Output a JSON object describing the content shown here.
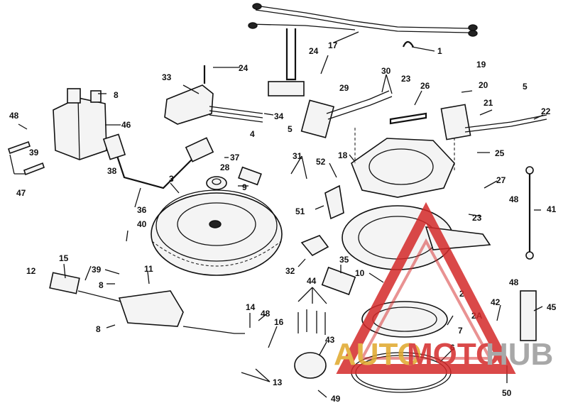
{
  "parts": [
    {
      "id": "p1",
      "label": "1"
    },
    {
      "id": "p2",
      "label": "2"
    },
    {
      "id": "p2a",
      "label": "2A"
    },
    {
      "id": "p3",
      "label": "3"
    },
    {
      "id": "p4",
      "label": "4"
    },
    {
      "id": "p5a",
      "label": "5"
    },
    {
      "id": "p5b",
      "label": "5"
    },
    {
      "id": "p6",
      "label": "6"
    },
    {
      "id": "p7",
      "label": "7"
    },
    {
      "id": "p8a",
      "label": "8"
    },
    {
      "id": "p8b",
      "label": "8"
    },
    {
      "id": "p8c",
      "label": "8"
    },
    {
      "id": "p9",
      "label": "9"
    },
    {
      "id": "p10",
      "label": "10"
    },
    {
      "id": "p11",
      "label": "11"
    },
    {
      "id": "p12",
      "label": "12"
    },
    {
      "id": "p13",
      "label": "13"
    },
    {
      "id": "p14",
      "label": "14"
    },
    {
      "id": "p15",
      "label": "15"
    },
    {
      "id": "p16",
      "label": "16"
    },
    {
      "id": "p17",
      "label": "17"
    },
    {
      "id": "p18",
      "label": "18"
    },
    {
      "id": "p19",
      "label": "19"
    },
    {
      "id": "p20",
      "label": "20"
    },
    {
      "id": "p21",
      "label": "21"
    },
    {
      "id": "p22",
      "label": "22"
    },
    {
      "id": "p23a",
      "label": "23"
    },
    {
      "id": "p23b",
      "label": "23"
    },
    {
      "id": "p24a",
      "label": "24"
    },
    {
      "id": "p24b",
      "label": "24"
    },
    {
      "id": "p25",
      "label": "25"
    },
    {
      "id": "p26",
      "label": "26"
    },
    {
      "id": "p27",
      "label": "27"
    },
    {
      "id": "p28",
      "label": "28"
    },
    {
      "id": "p29",
      "label": "29"
    },
    {
      "id": "p30",
      "label": "30"
    },
    {
      "id": "p31",
      "label": "31"
    },
    {
      "id": "p32",
      "label": "32"
    },
    {
      "id": "p33",
      "label": "33"
    },
    {
      "id": "p34",
      "label": "34"
    },
    {
      "id": "p35",
      "label": "35"
    },
    {
      "id": "p36",
      "label": "36"
    },
    {
      "id": "p37",
      "label": "37"
    },
    {
      "id": "p38",
      "label": "38"
    },
    {
      "id": "p39a",
      "label": "39"
    },
    {
      "id": "p39b",
      "label": "39"
    },
    {
      "id": "p40",
      "label": "40"
    },
    {
      "id": "p41",
      "label": "41"
    },
    {
      "id": "p42",
      "label": "42"
    },
    {
      "id": "p43",
      "label": "43"
    },
    {
      "id": "p44",
      "label": "44"
    },
    {
      "id": "p45",
      "label": "45"
    },
    {
      "id": "p46",
      "label": "46"
    },
    {
      "id": "p47",
      "label": "47"
    },
    {
      "id": "p48a",
      "label": "48"
    },
    {
      "id": "p48b",
      "label": "48"
    },
    {
      "id": "p48c",
      "label": "48"
    },
    {
      "id": "p48d",
      "label": "48"
    },
    {
      "id": "p49",
      "label": "49"
    },
    {
      "id": "p50",
      "label": "50"
    },
    {
      "id": "p51",
      "label": "51"
    },
    {
      "id": "p52",
      "label": "52"
    }
  ],
  "watermark": {
    "part1": "AUTO",
    "part2": "MOTO",
    "part3": "HUB",
    "color_gold": "#e0a72a",
    "color_red": "#d42a2a",
    "color_gray": "#9a9a9a"
  }
}
